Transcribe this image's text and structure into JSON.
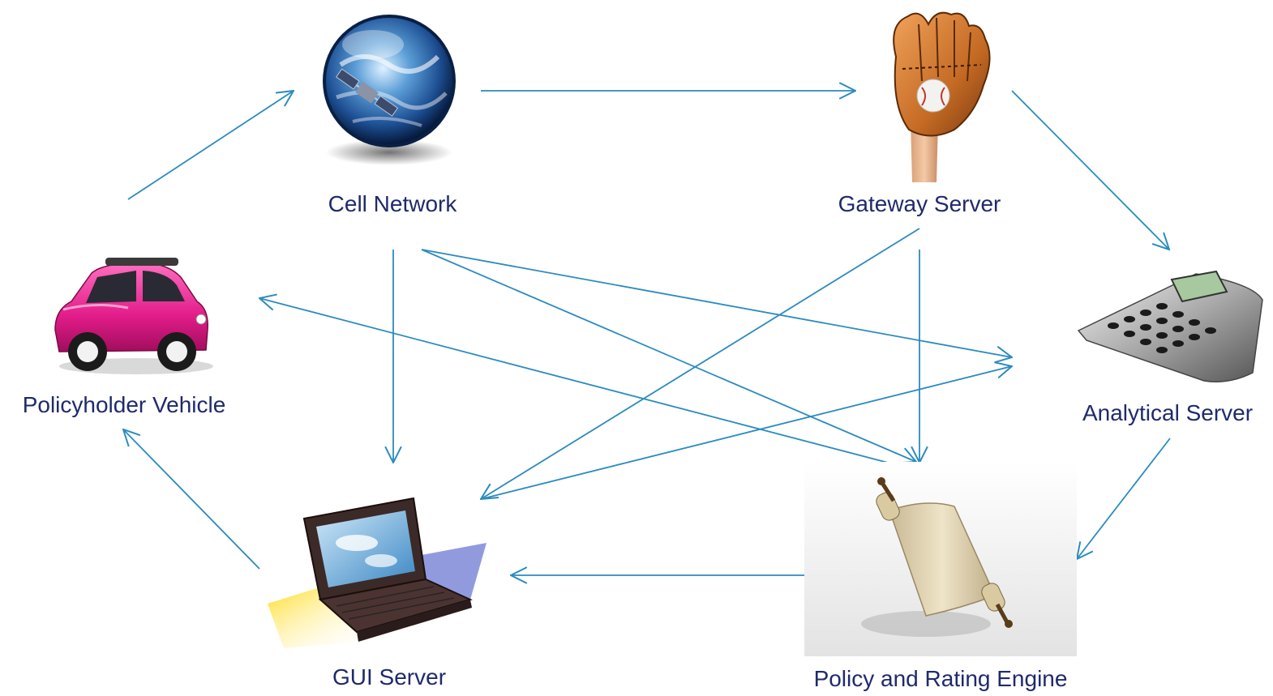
{
  "diagram": {
    "accent_color": "#2b8bbf",
    "label_color": "#1f2a6b",
    "nodes": [
      {
        "id": "cell",
        "label": "Cell Network",
        "icon": "globe-satellite-icon"
      },
      {
        "id": "gateway",
        "label": "Gateway Server",
        "icon": "baseball-glove-icon"
      },
      {
        "id": "vehicle",
        "label": "Policyholder Vehicle",
        "icon": "pink-car-icon"
      },
      {
        "id": "analytical",
        "label": "Analytical Server",
        "icon": "calculator-icon"
      },
      {
        "id": "gui",
        "label": "GUI Server",
        "icon": "laptop-icon"
      },
      {
        "id": "policy",
        "label": "Policy and Rating Engine",
        "icon": "scroll-icon"
      }
    ],
    "edges": [
      {
        "from": "vehicle",
        "to": "cell"
      },
      {
        "from": "cell",
        "to": "gateway"
      },
      {
        "from": "gateway",
        "to": "analytical"
      },
      {
        "from": "analytical",
        "to": "policy"
      },
      {
        "from": "policy",
        "to": "gui"
      },
      {
        "from": "gui",
        "to": "vehicle"
      },
      {
        "from": "cell",
        "to": "gui"
      },
      {
        "from": "cell",
        "to": "analytical"
      },
      {
        "from": "cell",
        "to": "policy"
      },
      {
        "from": "gateway",
        "to": "gui"
      },
      {
        "from": "gateway",
        "to": "policy"
      },
      {
        "from": "policy",
        "to": "vehicle"
      },
      {
        "from": "gui",
        "to": "analytical"
      }
    ]
  }
}
